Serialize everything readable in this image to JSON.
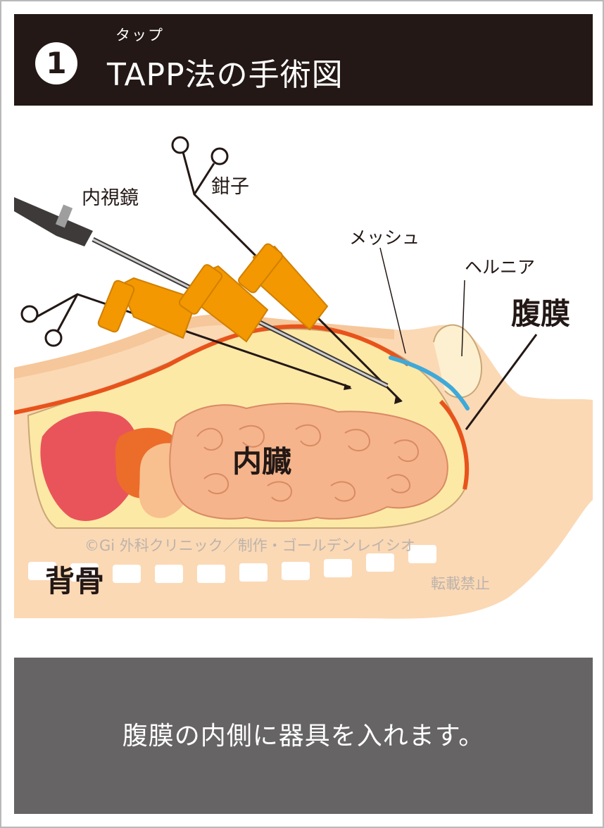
{
  "header": {
    "step_number": "1",
    "ruby": "タップ",
    "title": "TAPP法の手術図"
  },
  "labels": {
    "endoscope": "内視鏡",
    "forceps": "鉗子",
    "mesh": "メッシュ",
    "hernia": "ヘルニア",
    "peritoneum": "腹膜",
    "viscera": "内臓",
    "spine": "背骨"
  },
  "watermark": {
    "credit": "©Gi 外科クリニック／制作・ゴールデンレイシオ",
    "notice": "転載禁止"
  },
  "caption": "腹膜の内側に器具を入れます。",
  "colors": {
    "header_bg": "#231815",
    "caption_bg": "#666464",
    "skin": "#fbd9b5",
    "cavity": "#fde9a6",
    "peritoneum_line": "#e8531b",
    "trocar": "#f39800",
    "mesh": "#3fa9d8",
    "organ_red": "#e9545a",
    "intestine": "#f5b48c"
  }
}
